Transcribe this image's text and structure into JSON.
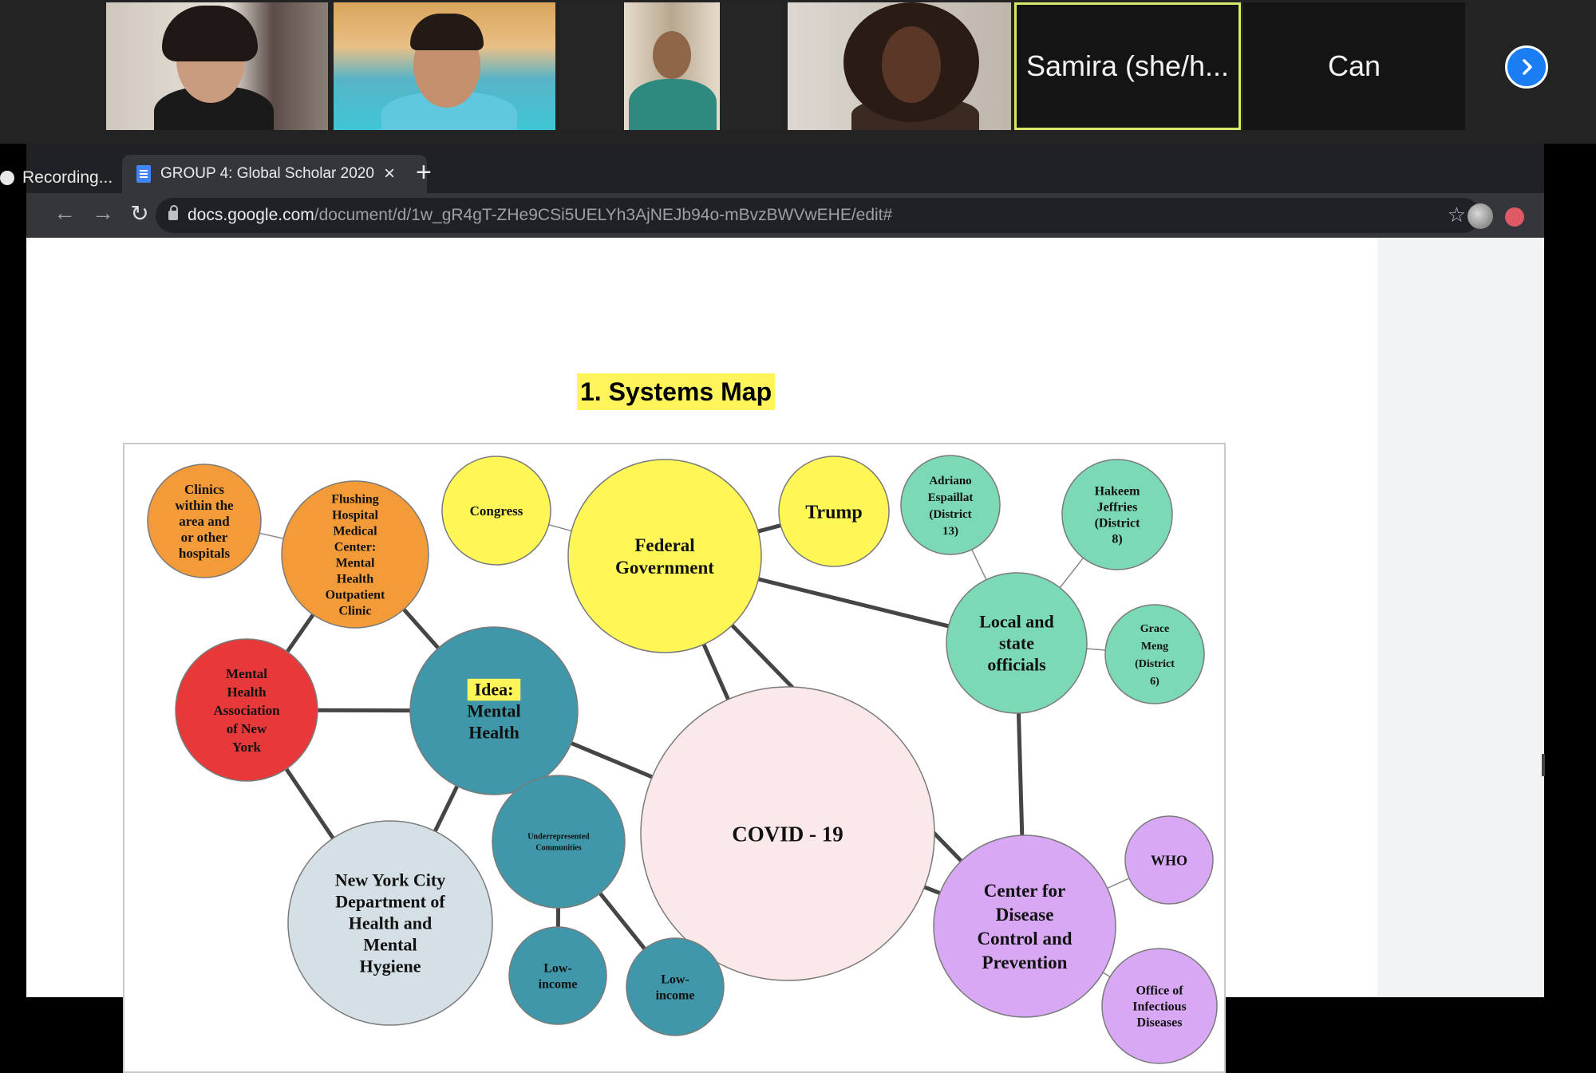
{
  "participants": [
    {
      "type": "video",
      "name": ""
    },
    {
      "type": "video",
      "name": ""
    },
    {
      "type": "video",
      "name": ""
    },
    {
      "type": "video",
      "name": ""
    },
    {
      "type": "name",
      "name": "Samira (she/h..."
    },
    {
      "type": "name",
      "name": "Can"
    }
  ],
  "recording_label": "Recording...",
  "browser": {
    "tab_title": "GROUP 4: Global Scholar 2020",
    "url_host": "docs.google.com",
    "url_path": "/document/d/1w_gR4gT-ZHe9CSi5UELYh3AjNEJb94o-mBvzBWVwEHE/edit#"
  },
  "document": {
    "heading": "1. Systems Map"
  },
  "systems_map": {
    "nodes": [
      {
        "id": "clinics",
        "lines": [
          "Clinics",
          "within the",
          "area and",
          "or other",
          "hospitals"
        ],
        "color": "#f29b38"
      },
      {
        "id": "flushing",
        "lines": [
          "Flushing",
          "Hospital",
          "Medical",
          "Center:",
          "Mental",
          "Health",
          "Outpatient",
          "Clinic"
        ],
        "color": "#f29b38"
      },
      {
        "id": "congress",
        "lines": [
          "Congress"
        ],
        "color": "#fff755"
      },
      {
        "id": "federal",
        "lines": [
          "Federal",
          "Government"
        ],
        "color": "#fff755"
      },
      {
        "id": "trump",
        "lines": [
          "Trump"
        ],
        "color": "#fff755"
      },
      {
        "id": "adriano",
        "lines": [
          "Adriano",
          "Espaillat",
          "(District",
          "13)"
        ],
        "color": "#7cd9b6"
      },
      {
        "id": "hakeem",
        "lines": [
          "Hakeem",
          "Jeffries",
          "(District",
          "8)"
        ],
        "color": "#7cd9b6"
      },
      {
        "id": "local",
        "lines": [
          "Local and",
          "state",
          "officials"
        ],
        "color": "#7cd9b6"
      },
      {
        "id": "grace",
        "lines": [
          "Grace",
          "Meng",
          "(District",
          "6)"
        ],
        "color": "#7cd9b6"
      },
      {
        "id": "mha",
        "lines": [
          "Mental",
          "Health",
          "Association",
          "of New",
          "York"
        ],
        "color": "#e8393a"
      },
      {
        "id": "idea",
        "lines": [
          "Idea:",
          "Mental",
          "Health"
        ],
        "color": "#3f97a9",
        "highlight": "Idea:"
      },
      {
        "id": "covid",
        "lines": [
          "COVID - 19"
        ],
        "color": "#fbe9ea"
      },
      {
        "id": "nyc",
        "lines": [
          "New York City",
          "Department of",
          "Health and",
          "Mental",
          "Hygiene"
        ],
        "color": "#d5e0e6"
      },
      {
        "id": "underrep",
        "lines": [
          "Underrepresented",
          "Communities"
        ],
        "color": "#3f97a9"
      },
      {
        "id": "lowinc1",
        "lines": [
          "Low-",
          "income"
        ],
        "color": "#3f97a9"
      },
      {
        "id": "lowinc2",
        "lines": [
          "Low-",
          "income"
        ],
        "color": "#3f97a9"
      },
      {
        "id": "who",
        "lines": [
          "WHO"
        ],
        "color": "#d8a8f4"
      },
      {
        "id": "cdc",
        "lines": [
          "Center for",
          "Disease",
          "Control and",
          "Prevention"
        ],
        "color": "#d8a8f4"
      },
      {
        "id": "oid",
        "lines": [
          "Office of",
          "Infectious",
          "Diseases"
        ],
        "color": "#d8a8f4"
      }
    ],
    "edges": [
      [
        "clinics",
        "flushing",
        "thin"
      ],
      [
        "flushing",
        "mha",
        "thick"
      ],
      [
        "flushing",
        "idea",
        "thick"
      ],
      [
        "congress",
        "federal",
        "thin"
      ],
      [
        "federal",
        "trump",
        "thick"
      ],
      [
        "federal",
        "local",
        "thick"
      ],
      [
        "federal",
        "cdc",
        "thick"
      ],
      [
        "federal",
        "covid",
        "thick"
      ],
      [
        "adriano",
        "local",
        "thin"
      ],
      [
        "hakeem",
        "local",
        "thin"
      ],
      [
        "grace",
        "local",
        "thin"
      ],
      [
        "local",
        "cdc",
        "thick"
      ],
      [
        "mha",
        "idea",
        "thick"
      ],
      [
        "mha",
        "nyc",
        "thick"
      ],
      [
        "idea",
        "nyc",
        "thick"
      ],
      [
        "idea",
        "underrep",
        "thick"
      ],
      [
        "idea",
        "covid",
        "thick"
      ],
      [
        "underrep",
        "lowinc1",
        "thick"
      ],
      [
        "underrep",
        "lowinc2",
        "thick"
      ],
      [
        "covid",
        "cdc",
        "thick"
      ],
      [
        "cdc",
        "who",
        "thin"
      ],
      [
        "cdc",
        "oid",
        "thin"
      ]
    ]
  }
}
